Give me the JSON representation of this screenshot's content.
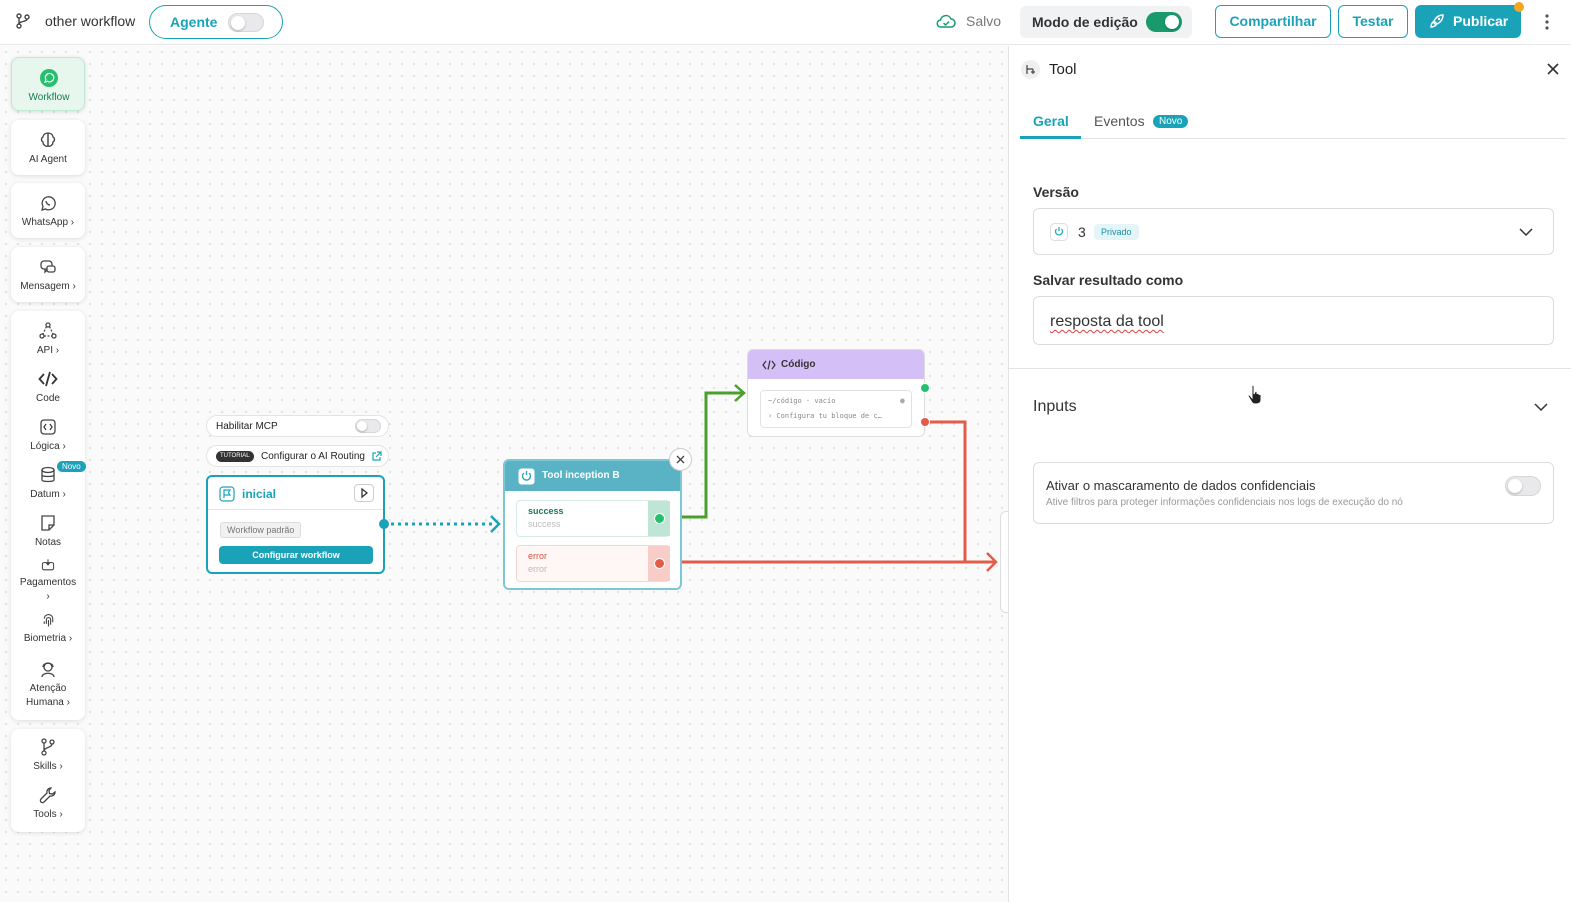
{
  "topbar": {
    "workflow_name": "other workflow",
    "agent_label": "Agente",
    "agent_enabled": false,
    "saved_label": "Salvo",
    "edit_mode_label": "Modo de edição",
    "edit_mode_enabled": true,
    "share_label": "Compartilhar",
    "test_label": "Testar",
    "publish_label": "Publicar"
  },
  "sidebar": {
    "items": [
      {
        "label": "Workflow",
        "icon": "whatsapp-icon"
      },
      {
        "label": "AI Agent",
        "icon": "brain-icon"
      },
      {
        "label": "WhatsApp ›",
        "icon": "whatsapp-icon"
      },
      {
        "label": "Mensagem ›",
        "icon": "message-icon"
      },
      {
        "label": "API ›",
        "icon": "api-icon"
      },
      {
        "label": "Code",
        "icon": "code-icon"
      },
      {
        "label": "Lógica ›",
        "icon": "logic-icon"
      },
      {
        "label": "Datum ›",
        "icon": "database-icon"
      },
      {
        "label": "Notas",
        "icon": "note-icon"
      },
      {
        "label": "Pagamentos ›",
        "icon": "payment-icon"
      },
      {
        "label": "Biometria ›",
        "icon": "fingerprint-icon"
      },
      {
        "label": "Atenção Humana ›",
        "icon": "human-icon"
      },
      {
        "label": "Skills ›",
        "icon": "branch-icon"
      },
      {
        "label": "Tools ›",
        "icon": "wrench-icon"
      }
    ],
    "novo_badge": "Novo"
  },
  "canvas": {
    "mcp_label": "Habilitar MCP",
    "tutorial_tag": "TUTORIAL",
    "tutorial_label": "Configurar o AI Routing",
    "start_node": {
      "title": "inicial",
      "default_label": "Workflow padrão",
      "configure_label": "Configurar workflow"
    },
    "tool_node": {
      "title": "Tool inception B",
      "outputs": [
        {
          "label": "success",
          "sub": "success"
        },
        {
          "label": "error",
          "sub": "error"
        }
      ]
    },
    "code_node": {
      "title": "Código",
      "line1": "~/código · vacío",
      "line2": "› Configura tu bloque de c…"
    }
  },
  "panel": {
    "title": "Tool",
    "tabs": [
      {
        "label": "Geral"
      },
      {
        "label": "Eventos"
      }
    ],
    "novo_label": "Novo",
    "version_label": "Versão",
    "version_value": "3",
    "version_badge": "Privado",
    "save_as_label": "Salvar resultado como",
    "save_as_value": "resposta da tool",
    "inputs_label": "Inputs",
    "mask_title": "Ativar o mascaramento de dados confidenciais",
    "mask_desc": "Ative filtros para proteger informações confidenciais nos logs de execução do nó",
    "mask_enabled": false
  },
  "colors": {
    "accent": "#1aa3b8",
    "success": "#1a9a6c",
    "error": "#e25c4b",
    "code_header": "#d5bff7"
  }
}
